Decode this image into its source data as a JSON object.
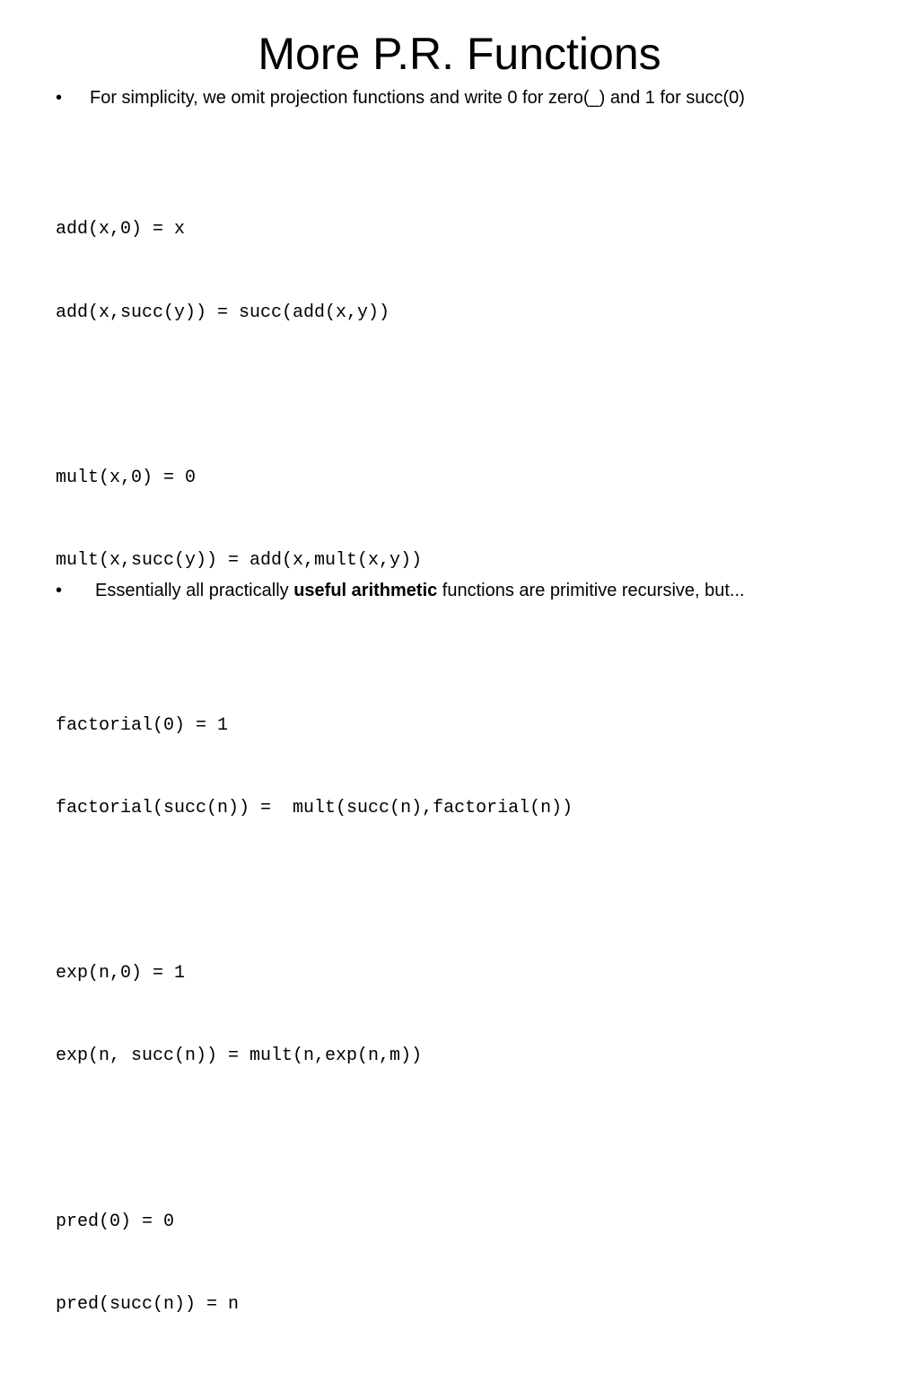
{
  "slide": {
    "title": "More P.R. Functions",
    "bullet_marker": "•",
    "intro": "For simplicity, we omit projection functions and write 0 for zero(_) and 1 for succ(0)",
    "code_groups": [
      [
        "add(x,0) = x",
        "add(x,succ(y)) = succ(add(x,y))"
      ],
      [
        "mult(x,0) = 0",
        "mult(x,succ(y)) = add(x,mult(x,y))"
      ],
      [
        "factorial(0) = 1",
        "factorial(succ(n)) =  mult(succ(n),factorial(n))"
      ],
      [
        "exp(n,0) = 1",
        "exp(n, succ(n)) = mult(n,exp(n,m))"
      ],
      [
        "pred(0) = 0",
        "pred(succ(n)) = n"
      ]
    ],
    "conclusion": {
      "before": "Essentially all practically ",
      "bold": "useful arithmetic",
      "after": " functions are primitive recursive, but..."
    }
  }
}
